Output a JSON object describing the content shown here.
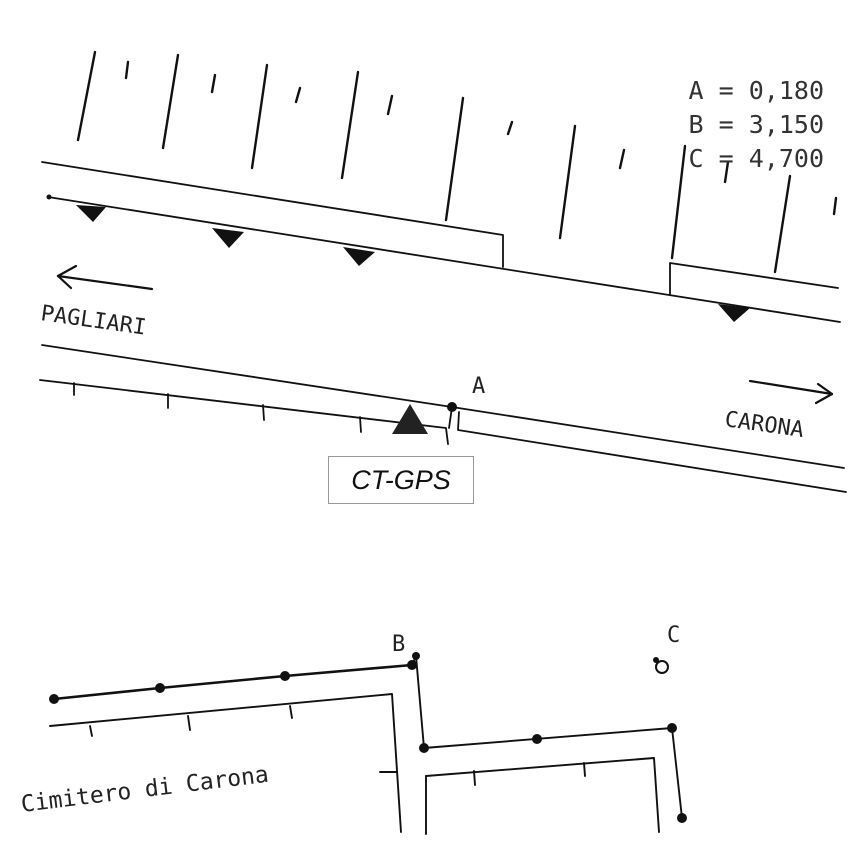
{
  "legend": [
    {
      "point": "A",
      "value": "0,180"
    },
    {
      "point": "B",
      "value": "3,150"
    },
    {
      "point": "C",
      "value": "4,700"
    }
  ],
  "labels": {
    "pagliari": "PAGLIARI",
    "carona": "CARONA",
    "cimitero": "Cimitero di Carona",
    "point_a": "A",
    "point_b": "B",
    "point_c": "C"
  },
  "station": {
    "name": "CT-GPS"
  }
}
